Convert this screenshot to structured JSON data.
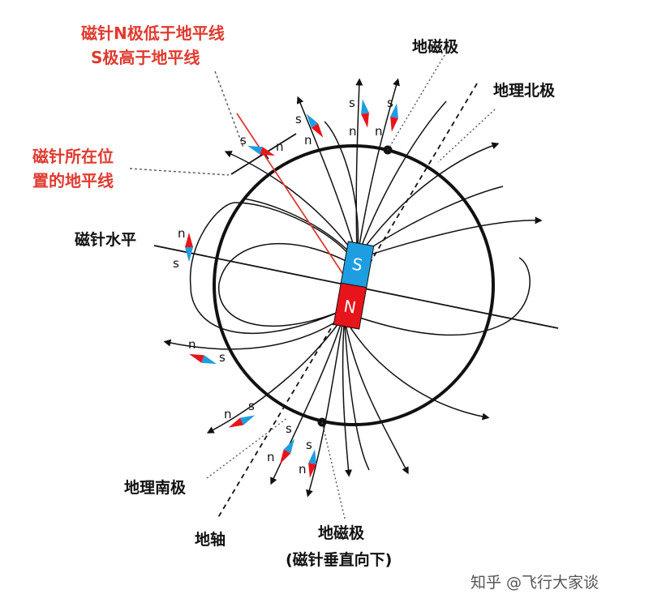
{
  "colors": {
    "south_pole": "#1e9ee0",
    "north_pole": "#e8141b",
    "annotation_red": "#e03a2f",
    "field_line": "#111111"
  },
  "labels": {
    "red_title_line1": "磁针N极低于地平线",
    "red_title_line2": "S极高于地平线",
    "needle_horizon_line1": "磁针所在位",
    "needle_horizon_line2": "置的地平线",
    "needle_level": "磁针水平",
    "geomagnetic_pole_top": "地磁极",
    "geographic_north": "地理北极",
    "geographic_south": "地理南极",
    "earth_axis": "地轴",
    "geomagnetic_pole_bottom": "地磁极",
    "bottom_note": "(磁针垂直向下)"
  },
  "magnet": {
    "south_letter": "S",
    "north_letter": "N"
  },
  "needle_letters": {
    "n": "n",
    "s": "s"
  },
  "watermark": "知乎 @飞行大家谈"
}
